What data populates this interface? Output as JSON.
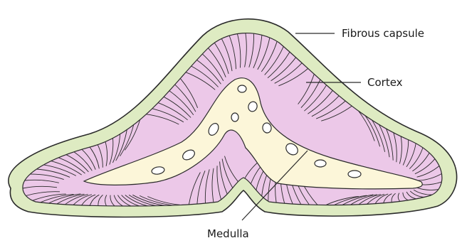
{
  "labels": {
    "capsule": "Fibrous capsule",
    "cortex": "Cortex",
    "medulla": "Medulla"
  },
  "colors": {
    "capsule": "#deebc2",
    "cortex": "#ecc8e8",
    "medulla": "#fcf6d9",
    "line": "#2a2a2a"
  }
}
